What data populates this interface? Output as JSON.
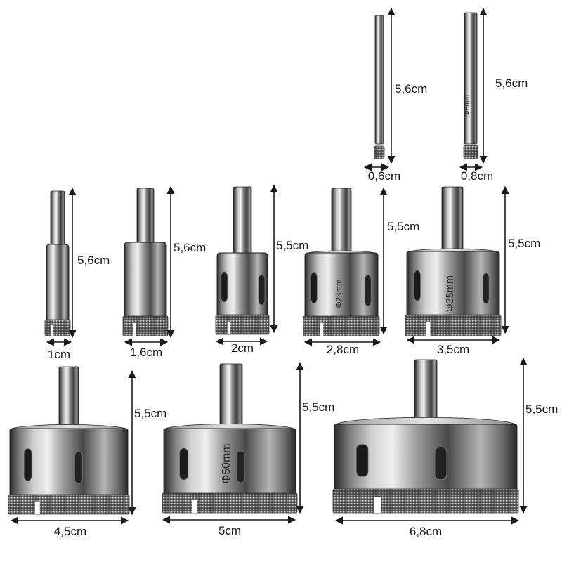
{
  "product": "diamond core drill bit set",
  "bits": [
    {
      "id": "bit-06mm",
      "height_label": "5,6cm",
      "width_label": "0,6cm",
      "size_marking": ""
    },
    {
      "id": "bit-08mm",
      "height_label": "5,6cm",
      "width_label": "0,8cm",
      "size_marking": "Φ8mm"
    },
    {
      "id": "bit-10mm",
      "height_label": "5,6cm",
      "width_label": "1cm",
      "size_marking": ""
    },
    {
      "id": "bit-16mm",
      "height_label": "5,6cm",
      "width_label": "1,6cm",
      "size_marking": ""
    },
    {
      "id": "bit-20mm",
      "height_label": "5,5cm",
      "width_label": "2cm",
      "size_marking": ""
    },
    {
      "id": "bit-28mm",
      "height_label": "5,5cm",
      "width_label": "2,8cm",
      "size_marking": "Φ28mm"
    },
    {
      "id": "bit-35mm",
      "height_label": "5,5cm",
      "width_label": "3,5cm",
      "size_marking": "Φ35mm"
    },
    {
      "id": "bit-45mm",
      "height_label": "5,5cm",
      "width_label": "4,5cm",
      "size_marking": ""
    },
    {
      "id": "bit-50mm",
      "height_label": "5,5cm",
      "width_label": "5cm",
      "size_marking": "Φ50mm"
    },
    {
      "id": "bit-68mm",
      "height_label": "5,5cm",
      "width_label": "6,8cm",
      "size_marking": ""
    }
  ],
  "colors": {
    "steel_dark": "#3a3a3a",
    "steel_light": "#e8e8e8",
    "grit": "#6b6b6b",
    "arrow": "#1a1a1a"
  }
}
